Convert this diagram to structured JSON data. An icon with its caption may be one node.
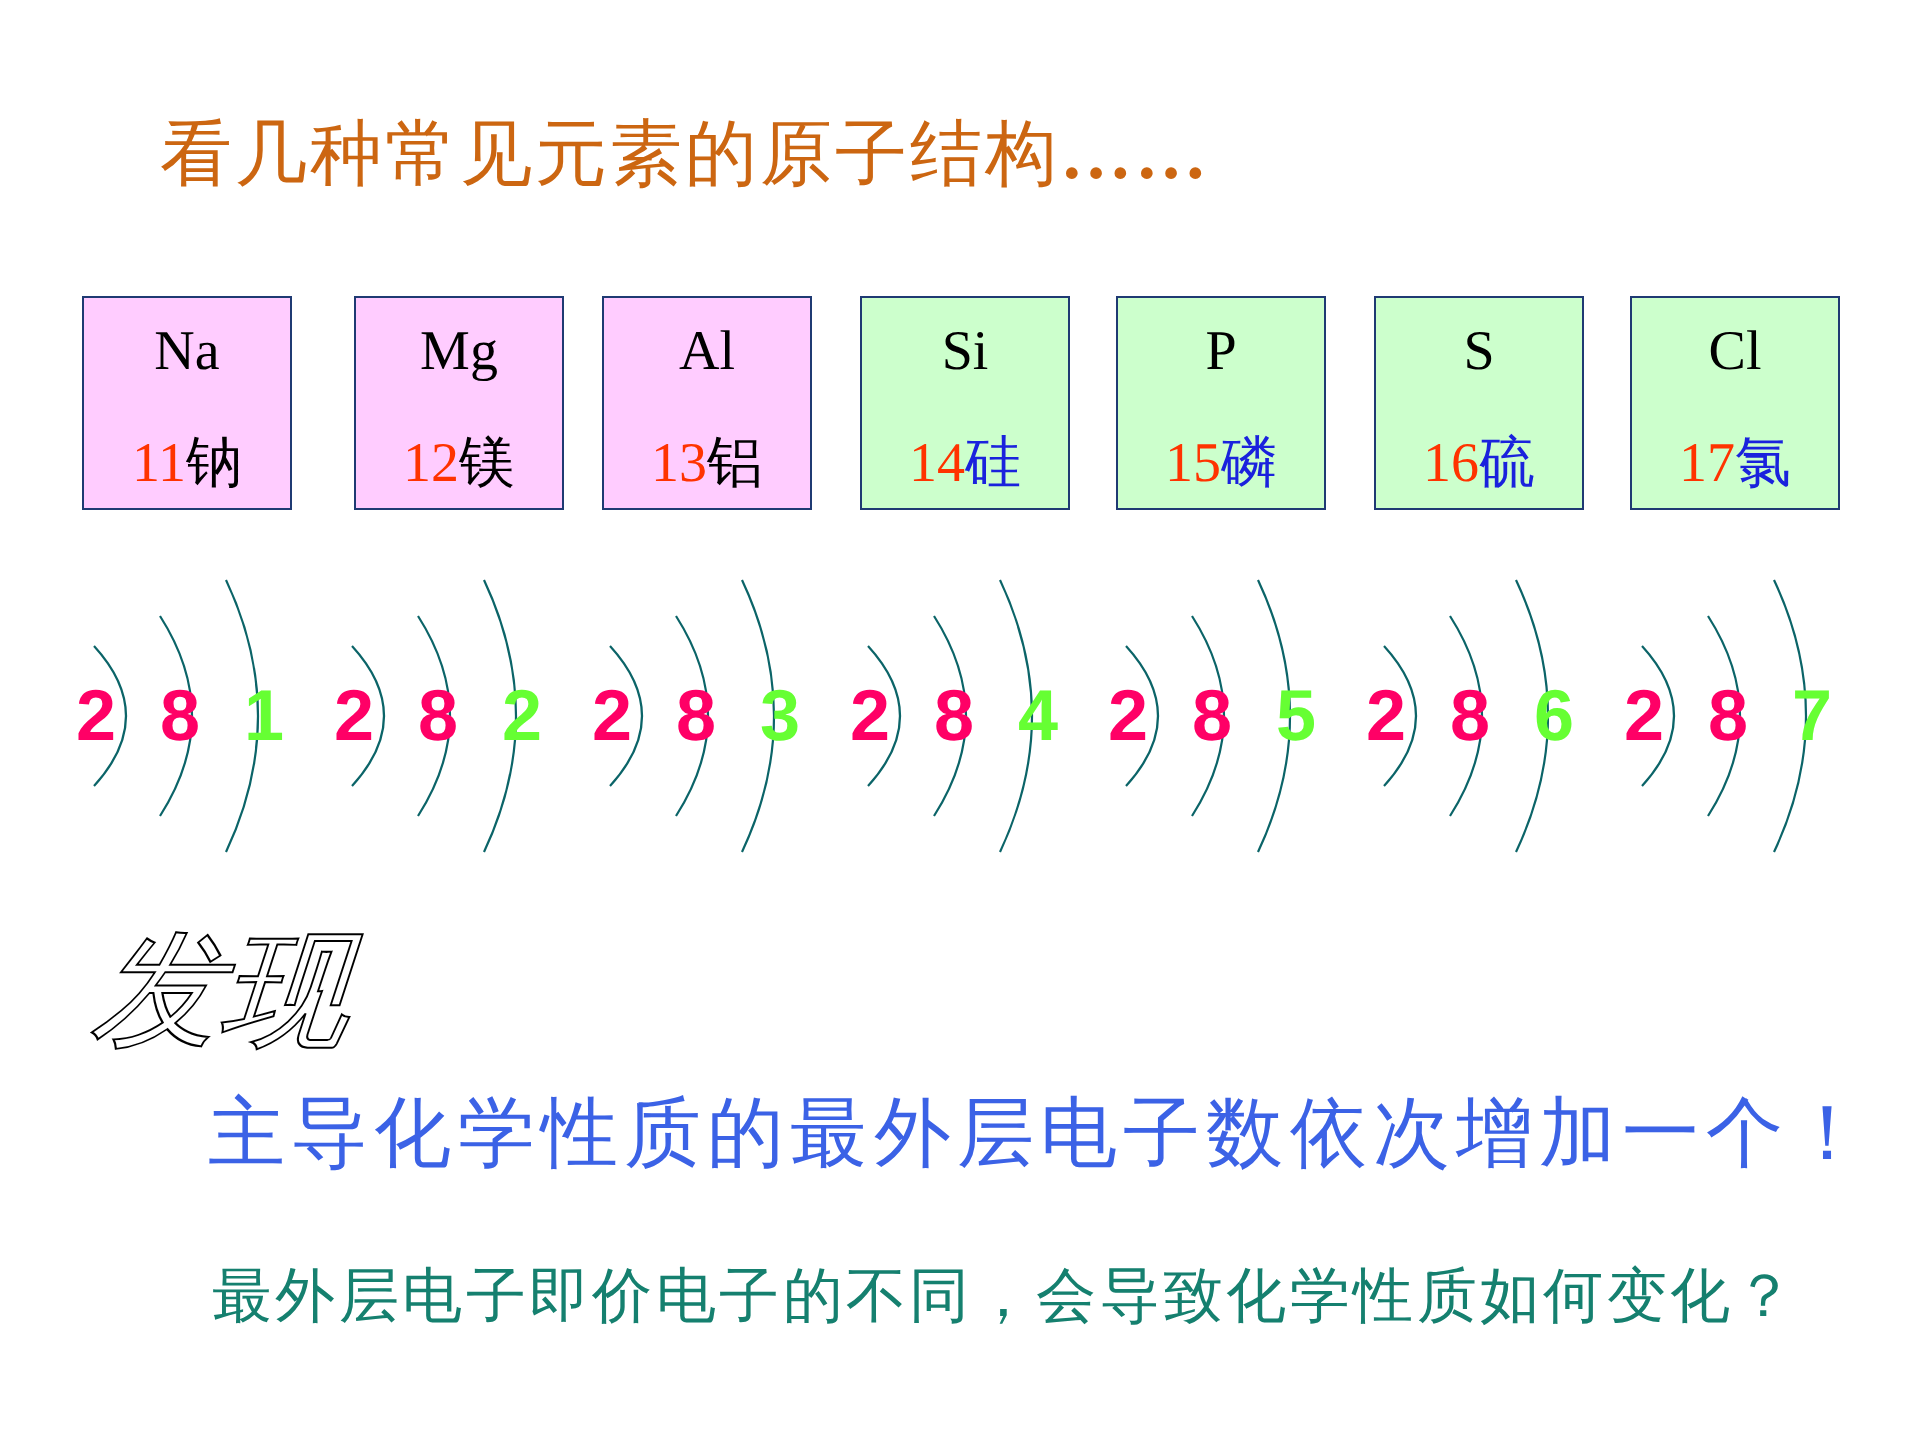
{
  "diagram": {
    "title": "看几种常见元素的原子结构**……**",
    "nodes": [
      {
        "text": [
          "Na",
          "11钠"
        ]
      },
      {
        "text": [
          "Mg",
          "12镁"
        ]
      },
      {
        "text": [
          "Al",
          "13铝"
        ]
      },
      {
        "text": [
          "Si",
          "14硅"
        ]
      },
      {
        "text": [
          "P",
          "15磷"
        ]
      },
      {
        "text": [
          "S",
          "16硫"
        ]
      },
      {
        "text": [
          "Cl",
          "17氯"
        ]
      }
    ],
    "labels": [
      "2",
      "8",
      "1",
      "2",
      "8",
      "2",
      "2",
      "8",
      "3",
      "2",
      "8",
      "4",
      "2",
      "8",
      "5",
      "2",
      "8",
      "6",
      "2",
      "8",
      "7",
      "发现",
      "主导化学性质的最外层电子数依次增加一个！",
      "最外层电子即价电子的不同，会导致化学性质如何变化？"
    ]
  }
}
